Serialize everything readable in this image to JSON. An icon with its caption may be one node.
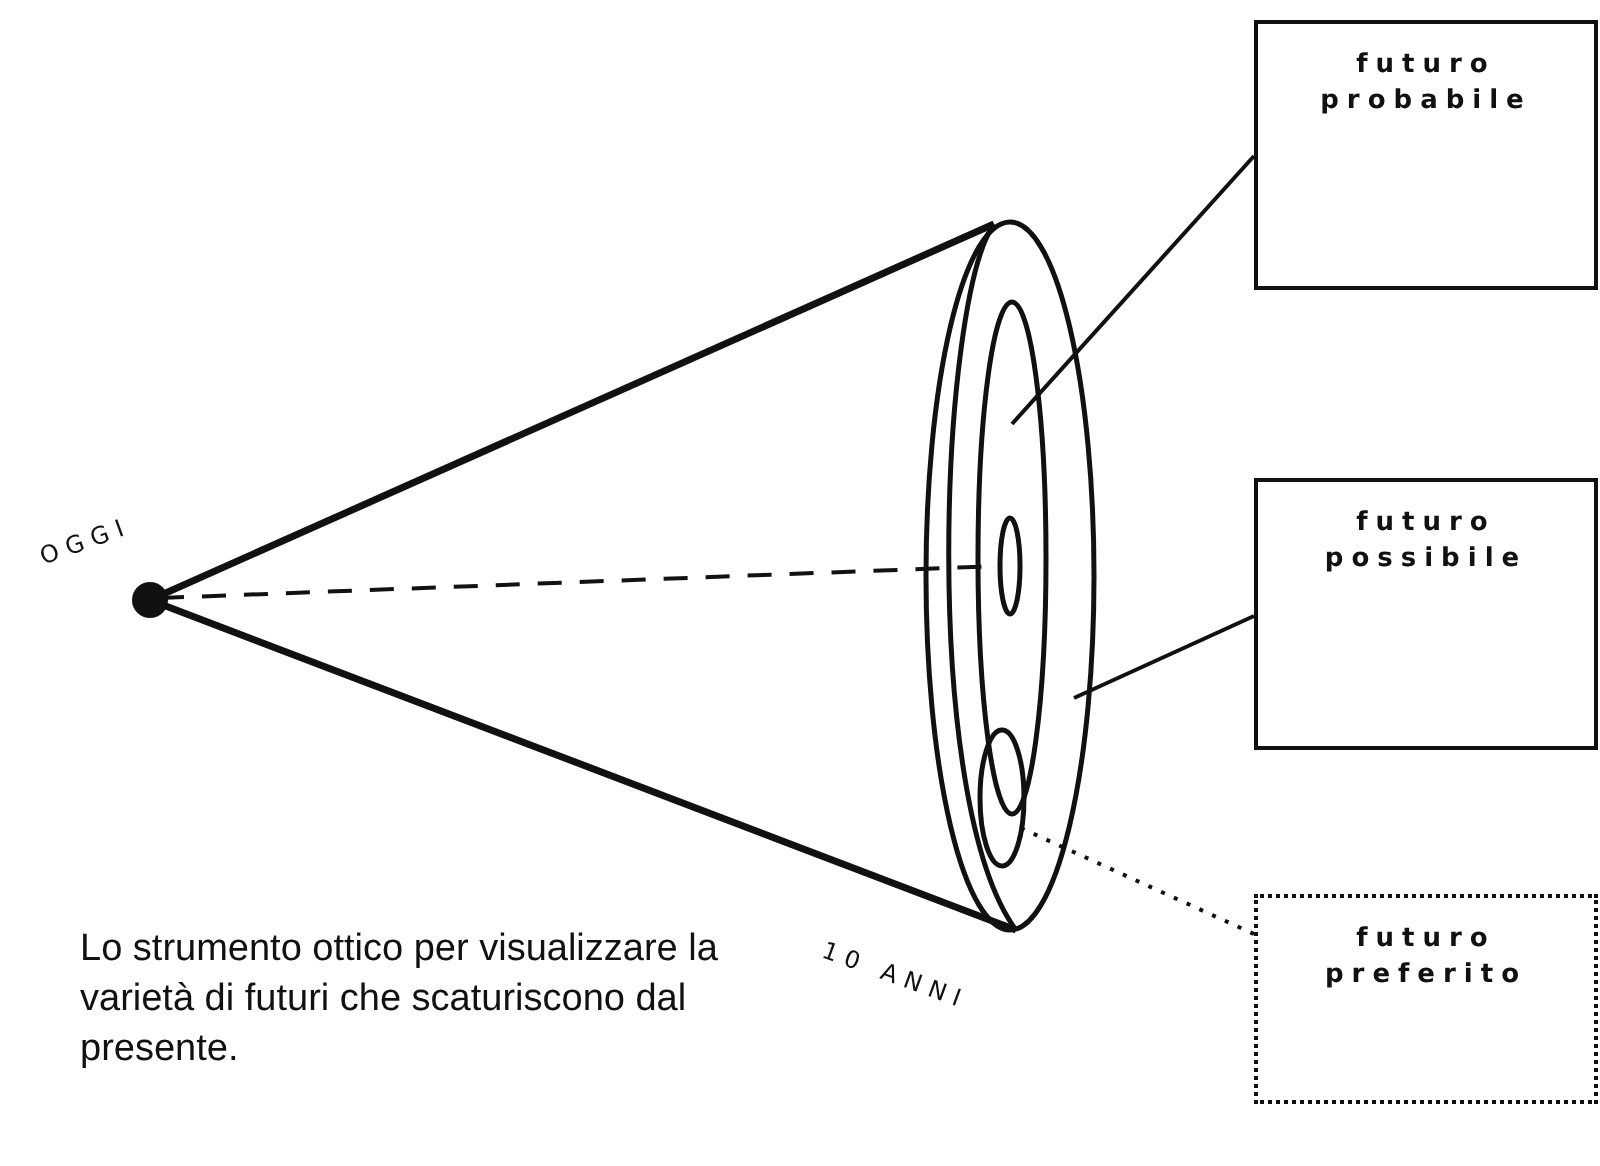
{
  "diagram": {
    "caption": "Lo strumento ottico per visualizzare la varietà di futuri che scaturiscono dal presente.",
    "nodes": [
      {
        "text": [
          "futuro probabile"
        ]
      },
      {
        "text": [
          "futuro possibile"
        ]
      },
      {
        "text": [
          "futuro preferito"
        ]
      },
      {
        "text": [],
        "shape": "ellipse"
      },
      {
        "text": [],
        "shape": "ellipse",
        "in": 3
      },
      {
        "text": [],
        "shape": "ellipse",
        "in": 3
      }
    ],
    "edges": [
      {
        "from": 0,
        "to": 4,
        "arrow": "none"
      },
      {
        "from": 1,
        "to": 3,
        "arrow": "none"
      },
      {
        "from": 2,
        "to": 5,
        "arrow": "none",
        "style": "dashed"
      }
    ],
    "labels": [
      "OGGI",
      "10 ANNI"
    ]
  }
}
